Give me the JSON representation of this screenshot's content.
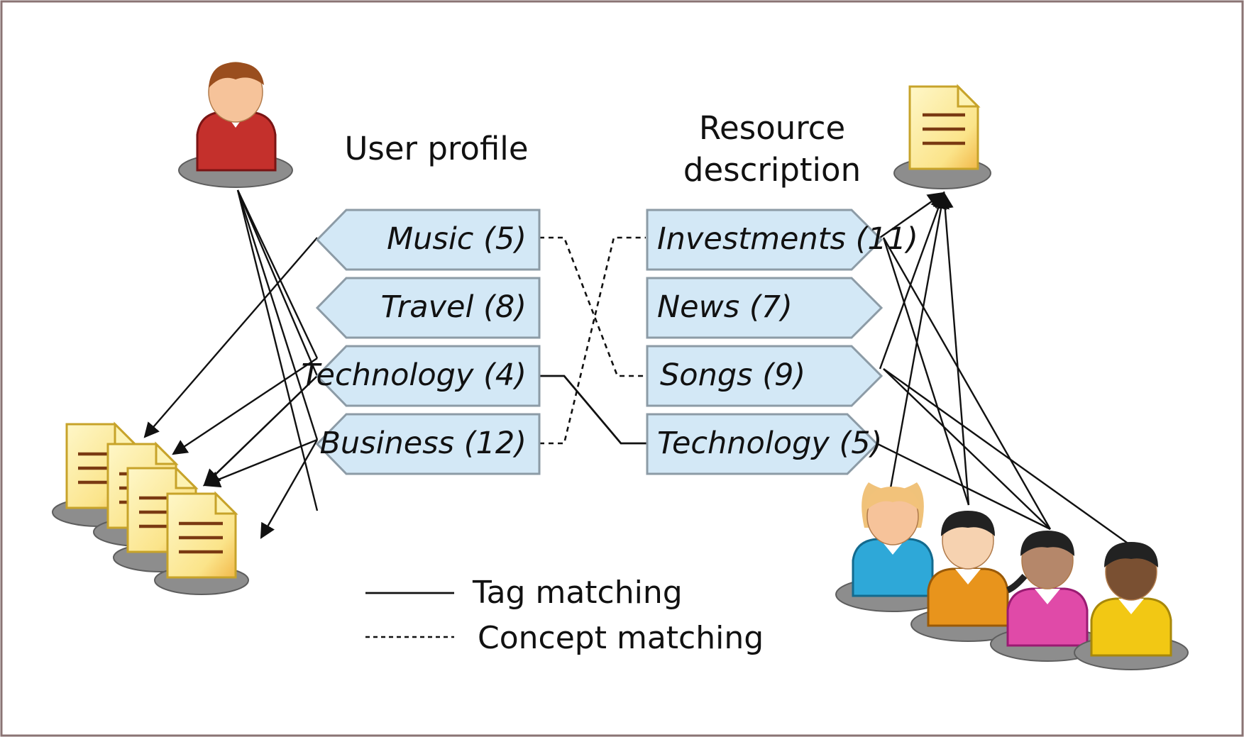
{
  "headings": {
    "user_profile": "User profile",
    "resource_description": [
      "Resource",
      "description"
    ]
  },
  "user_tags": [
    {
      "label": "Music (5)"
    },
    {
      "label": "Travel (8)"
    },
    {
      "label": "Technology (4)"
    },
    {
      "label": "Business (12)"
    }
  ],
  "resource_tags": [
    {
      "label": "Investments (11)"
    },
    {
      "label": "News (7)"
    },
    {
      "label": "Songs (9)"
    },
    {
      "label": "Technology (5)"
    }
  ],
  "legend": {
    "tag_matching": "Tag matching",
    "concept_matching": "Concept matching"
  },
  "icons": {
    "user": "user-icon",
    "document": "document-icon",
    "document_stack": "document-stack-icon",
    "people_group": "people-group-icon"
  },
  "colors": {
    "tag_fill": "#d3e8f6",
    "tag_border": "#8c9ba6",
    "user_shirt": "#c4302c",
    "document_fill": "#fbe48a",
    "person_blue": "#2ea8d8",
    "person_orange": "#e8941c",
    "person_pink": "#e04aa8",
    "person_yellow": "#f2c814"
  }
}
